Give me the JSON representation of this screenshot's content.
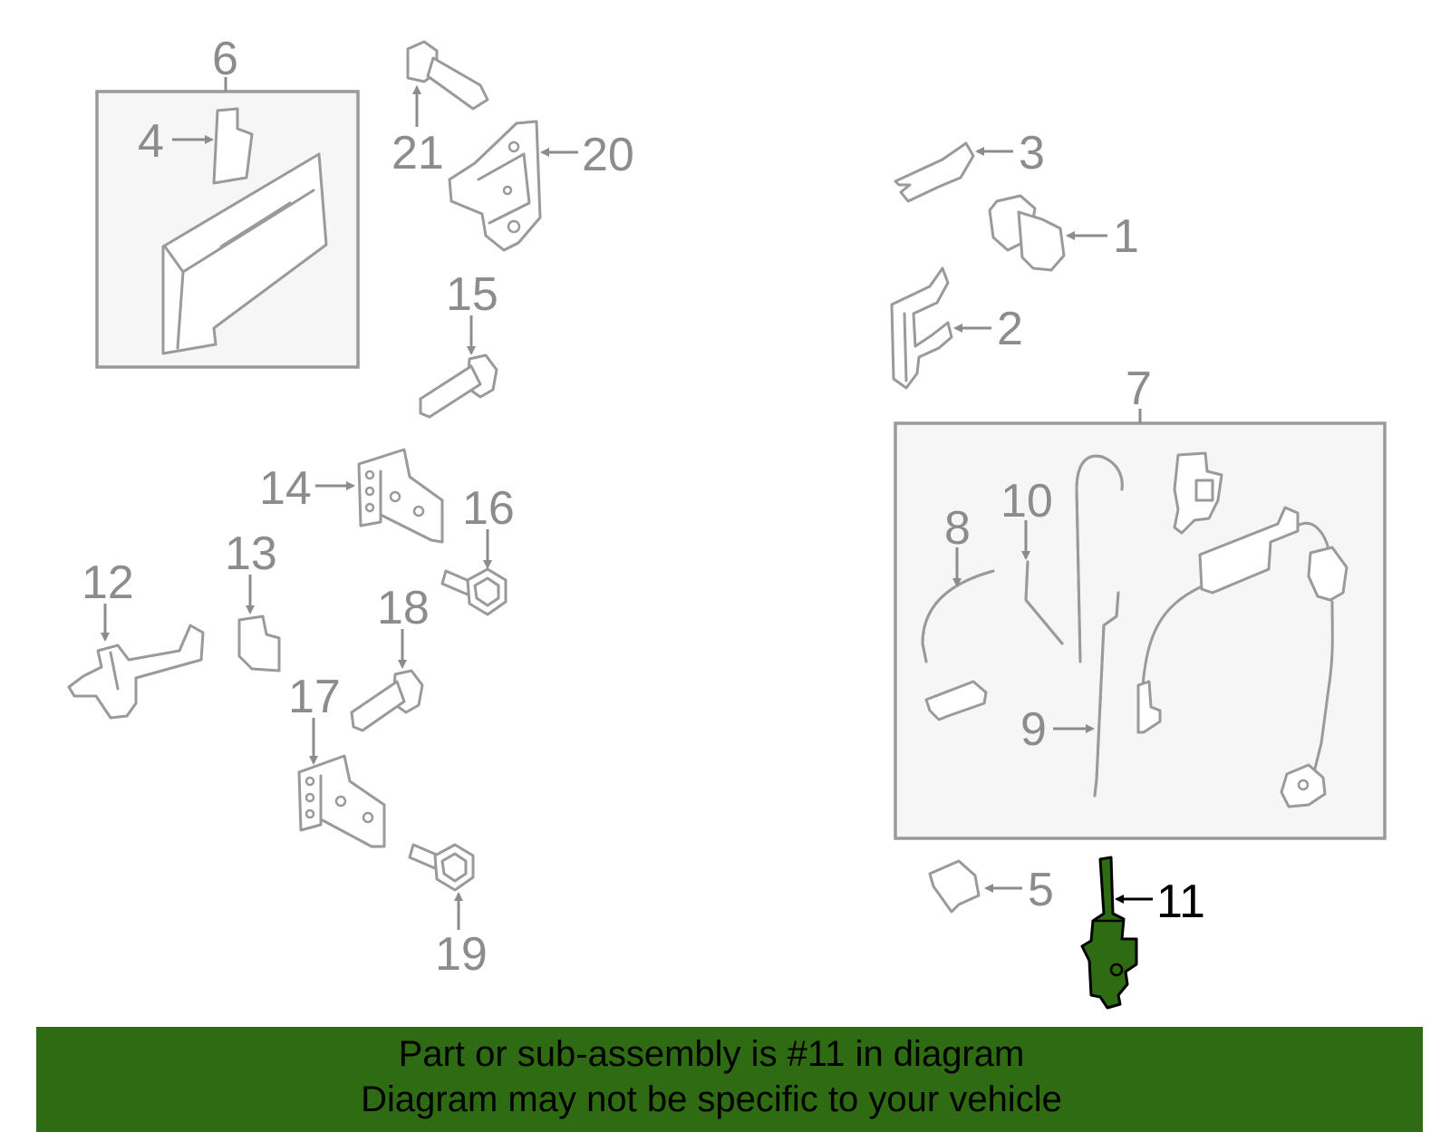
{
  "callouts": {
    "c1": "1",
    "c2": "2",
    "c3": "3",
    "c4": "4",
    "c5": "5",
    "c6": "6",
    "c7": "7",
    "c8": "8",
    "c9": "9",
    "c10": "10",
    "c11": "11",
    "c12": "12",
    "c13": "13",
    "c14": "14",
    "c15": "15",
    "c16": "16",
    "c17": "17",
    "c18": "18",
    "c19": "19",
    "c20": "20",
    "c21": "21"
  },
  "highlight_color": "#2e6b12",
  "banner": {
    "line1": "Part or sub-assembly is #11 in diagram",
    "line2": "Diagram may not be specific to your vehicle"
  }
}
